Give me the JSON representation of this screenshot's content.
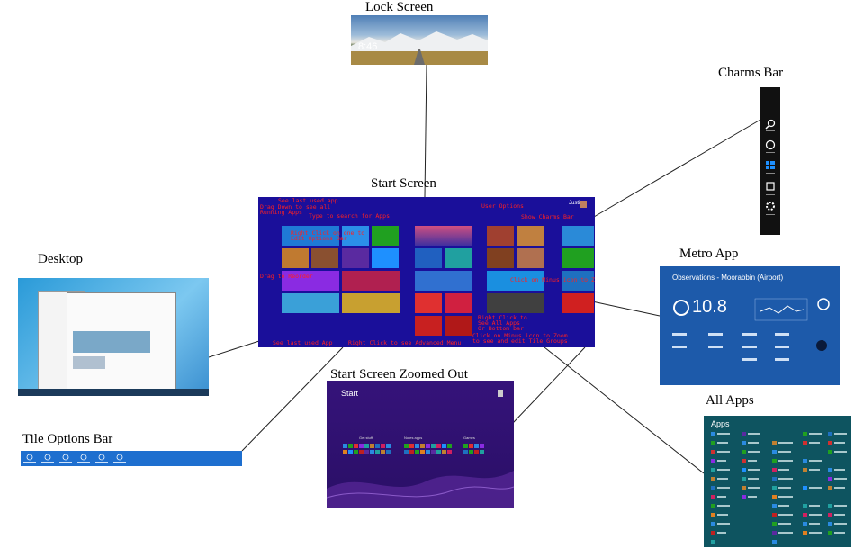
{
  "labels": {
    "lock_screen": "Lock Screen",
    "charms_bar": "Charms Bar",
    "start_screen": "Start Screen",
    "desktop": "Desktop",
    "metro_app": "Metro App",
    "start_zoomed_out": "Start Screen Zoomed Out",
    "all_apps": "All Apps",
    "tile_options_bar": "Tile Options Bar"
  },
  "lock_screen": {
    "time": "8:46"
  },
  "start_screen": {
    "user_name": "Justin",
    "annotations": [
      "See last used app",
      "Drag Down to see all",
      "Running Apps",
      "Type to search for Apps",
      "User Options",
      "Show Charms Bar",
      "Right Click on one to",
      "Edit Options Bar",
      "Drag to Reorder",
      "Click on Minus icon to Zoom out",
      "Right Click to",
      "See All Apps",
      "Or Bottom bar",
      "See last used App",
      "Right Click to see Advanced Menu",
      "Click on Minus icon to Zoom",
      "to see and edit Tile Groups"
    ]
  },
  "metro_app": {
    "title": "Observations - Moorabbin (Airport)",
    "temperature": "10.8"
  },
  "zoomed_out": {
    "title": "Start",
    "groups": [
      "Get stuff",
      "Notes apps",
      "Games"
    ]
  },
  "all_apps": {
    "title": "Apps"
  },
  "colors": {
    "start_bg": "#1a0f9a",
    "annotation": "#ff2020",
    "tile_bar": "#1e6fcf",
    "metro_bg": "#1d5aaa",
    "zoom_bg": "#3b1578",
    "all_apps_bg": "#0e5460",
    "charms_bg": "#111111"
  },
  "icons": [
    "search-icon",
    "share-icon",
    "start-icon",
    "devices-icon",
    "settings-icon"
  ]
}
